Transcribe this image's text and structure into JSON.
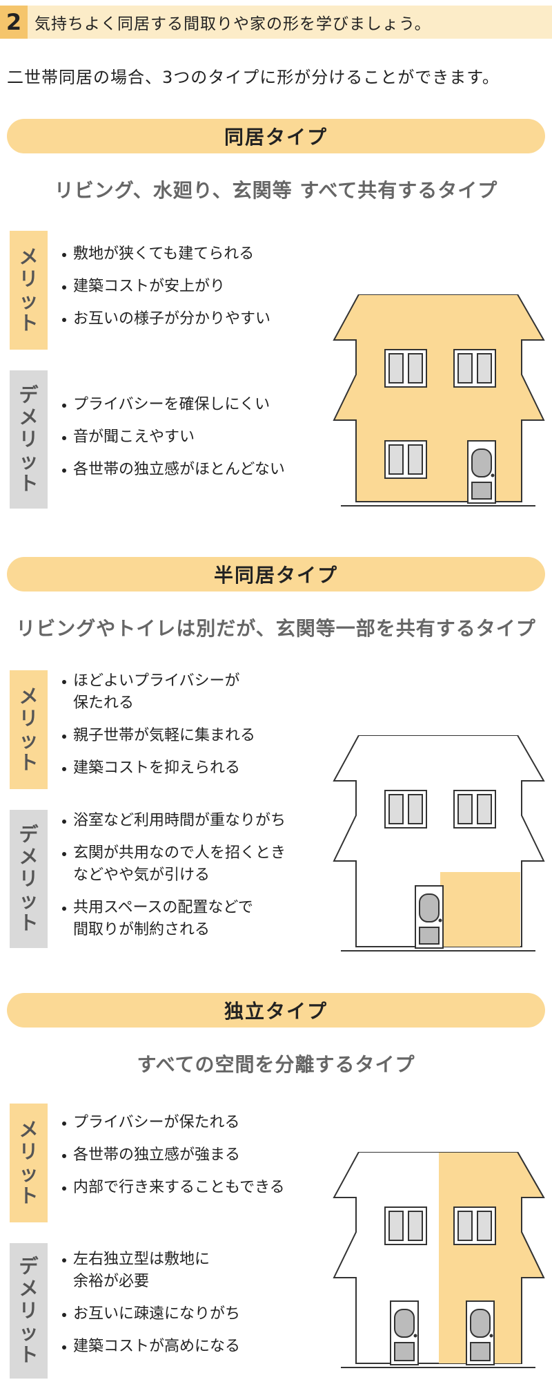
{
  "header": {
    "number": "2",
    "title": "気持ちよく同居する間取りや家の形を学びましょう。"
  },
  "intro": "二世帯同居の場合、3つのタイプに形が分けることができます。",
  "labels": {
    "merit": [
      "メ",
      "リ",
      "ッ",
      "ト"
    ],
    "demerit": [
      "デ",
      "メ",
      "リ",
      "ッ",
      "ト"
    ]
  },
  "sections": [
    {
      "name": "同居タイプ",
      "subtitle": "リビング、水廻り、玄関等 すべて共有するタイプ",
      "merits": [
        "敷地が狭くても建てられる",
        "建築コストが安上がり",
        "お互いの様子が分かりやすい"
      ],
      "demerits": [
        "プライバシーを確保しにくい",
        "音が聞こえやすい",
        "各世帯の独立感がほとんどない"
      ]
    },
    {
      "name": "半同居タイプ",
      "subtitle": "リビングやトイレは別だが、玄関等一部を共有するタイプ",
      "merits": [
        "ほどよいプライバシーが\n保たれる",
        "親子世帯が気軽に集まれる",
        "建築コストを抑えられる"
      ],
      "demerits": [
        "浴室など利用時間が重なりがち",
        "玄関が共用なので人を招くとき\nなどやや気が引ける",
        "共用スペースの配置などで\n間取りが制約される"
      ]
    },
    {
      "name": "独立タイプ",
      "subtitle": "すべての空間を分離するタイプ",
      "merits": [
        "プライバシーが保たれる",
        "各世帯の独立感が強まる",
        "内部で行き来することもできる"
      ],
      "demerits": [
        "左右独立型は敷地に\n余裕が必要",
        "お互いに疎遠になりがち",
        "建築コストが高めになる"
      ]
    }
  ],
  "colors": {
    "accent": "#fbd995",
    "accent_dark": "#f5c56c",
    "header_bg": "#fcecc8",
    "demerit_bg": "#d9d9d9",
    "subtitle_text": "#666666"
  },
  "icons": [
    "house-full-shared-icon",
    "house-half-shared-icon",
    "house-independent-icon"
  ]
}
